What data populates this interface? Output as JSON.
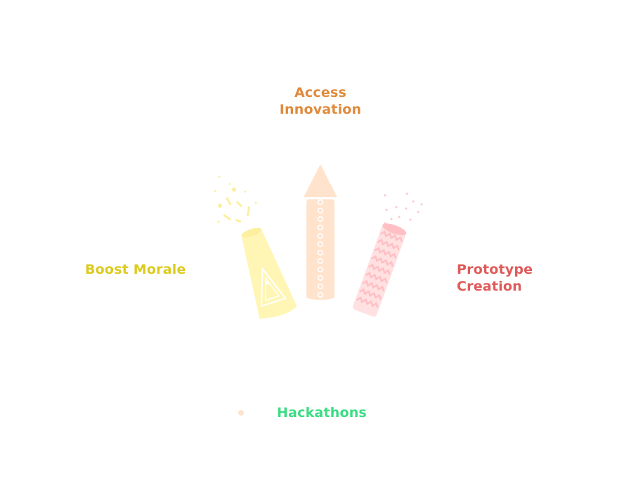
{
  "labels": {
    "access": {
      "lines": [
        "Access",
        "Innovation"
      ],
      "color": "#E08A3C"
    },
    "boost": {
      "lines": [
        "Boost Morale"
      ],
      "color": "#DCCB1E"
    },
    "prototype": {
      "lines": [
        "Prototype",
        "Creation"
      ],
      "color": "#E05A5A"
    },
    "hackathons": {
      "lines": [
        "Hackathons"
      ],
      "color": "#3DDC84"
    }
  },
  "colors": {
    "yellow_fill": "#FFF6B5",
    "yellow_spark": "#FCEFA0",
    "peach_fill": "#FFE3CC",
    "pink_fill": "#FFE1E1",
    "pink_zigzag": "#FFBFC4",
    "pink_dots": "#F8C9CC",
    "dot": "#FFE3CC"
  }
}
